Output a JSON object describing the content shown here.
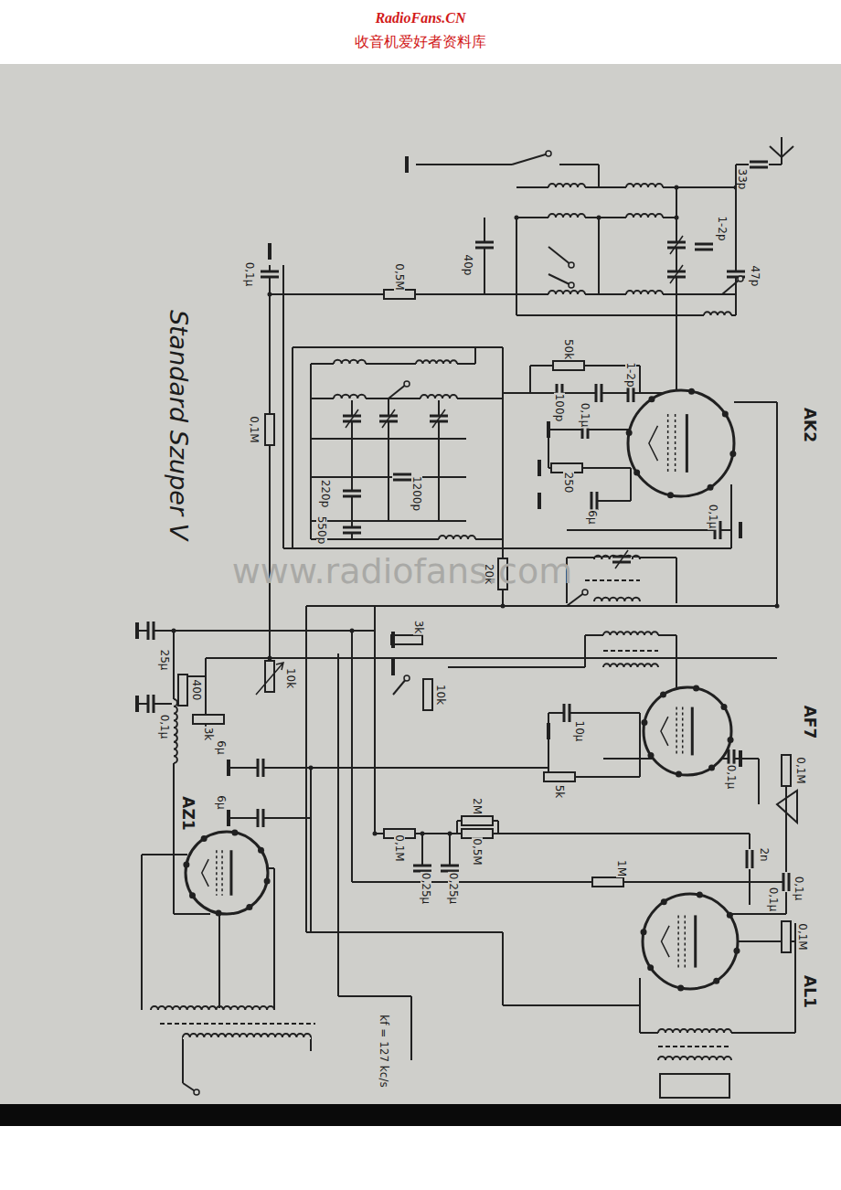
{
  "diagram": {
    "title": "Standard Szuper V",
    "nodes": [
      {
        "text": [
          "AK2"
        ]
      },
      {
        "text": [
          "AF7"
        ]
      },
      {
        "text": [
          "AL1"
        ]
      },
      {
        "text": [
          "AZ1"
        ]
      }
    ],
    "labels": [
      "RadioFans.CN",
      "收音机爱好者资料库",
      "33p",
      "40p",
      "1-2p",
      "47p",
      "0,5M",
      "0,1μ",
      "50k",
      "1-2p",
      "100p",
      "0,1μ",
      "250",
      "6μ",
      "0,1μ",
      "220p",
      "1200p",
      "550p",
      "0,1M",
      "20k",
      "3k",
      "25μ",
      "400",
      "10k",
      "3k",
      "0,1μ",
      "10k",
      "10μ",
      "5k",
      "0,1μ",
      "6μ",
      "6μ",
      "0,1M",
      "2M",
      "0,5M",
      "0,25μ",
      "0,25μ",
      "1M",
      "0,1M",
      "2n",
      "0,1μ",
      "0,1μ",
      "0,1M",
      "kf = 127 kc/s",
      "www.radiofans.com"
    ]
  }
}
